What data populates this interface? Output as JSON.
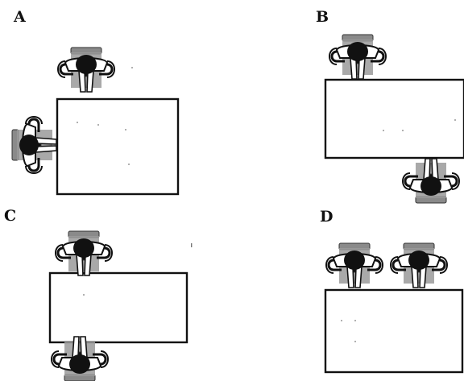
{
  "panels": [
    {
      "id": "A",
      "label": "A",
      "arrangement": "corner-to-corner"
    },
    {
      "id": "B",
      "label": "B",
      "arrangement": "diagonal-opposite"
    },
    {
      "id": "C",
      "label": "C",
      "arrangement": "face-to-face-end"
    },
    {
      "id": "D",
      "label": "D",
      "arrangement": "side-by-side"
    }
  ],
  "colors": {
    "ink": "#111111",
    "chair": "#8a8a8a",
    "table_fill": "#ffffff"
  },
  "icons": {
    "person": "seated-person-top-view-icon",
    "table": "rectangular-table"
  }
}
